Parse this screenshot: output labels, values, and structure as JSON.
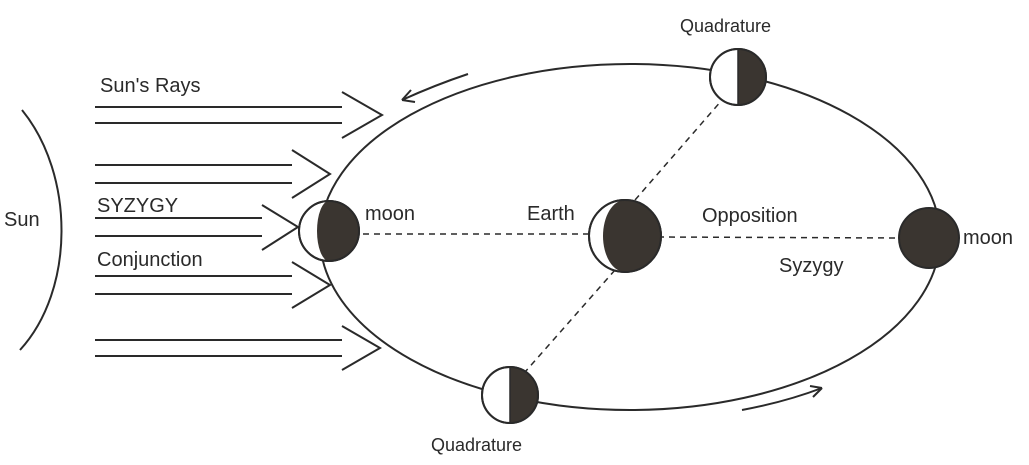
{
  "labels": {
    "sun": "Sun",
    "suns_rays": "Sun's Rays",
    "syzygy_upper": "SYZYGY",
    "conjunction": "Conjunction",
    "moon_left": "moon",
    "earth": "Earth",
    "opposition": "Opposition",
    "syzygy": "Syzygy",
    "moon_right": "moon",
    "quadrature_top": "Quadrature",
    "quadrature_bottom": "Quadrature"
  },
  "colors": {
    "ink": "#2a2a2a",
    "shadow": "#3a3530",
    "paper": "#ffffff"
  }
}
